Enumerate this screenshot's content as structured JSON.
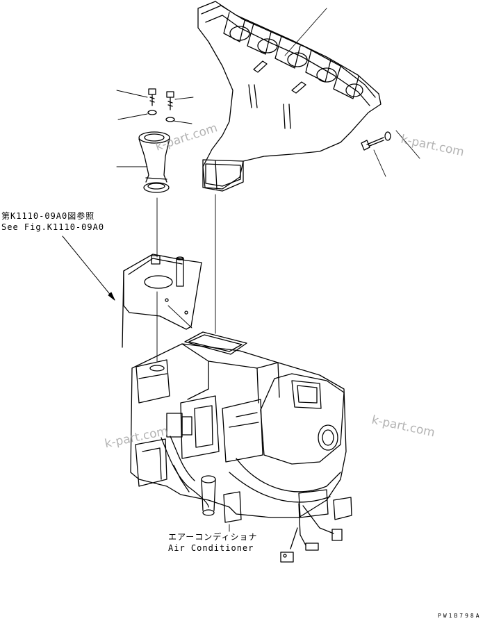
{
  "references": {
    "ref_ja": "第K1110-09A0図参照",
    "ref_en": "See Fig.K1110-09A0"
  },
  "labels": {
    "aircon_ja": "エアーコンディショナ",
    "aircon_en": "Air Conditioner"
  },
  "watermarks": [
    "k-part.com",
    "k-part.com",
    "k-part.com",
    "k-part.com"
  ],
  "document_id": "PW1B798A"
}
